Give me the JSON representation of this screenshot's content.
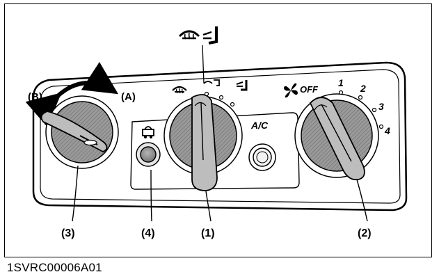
{
  "labels": {
    "direction_b": "(B)",
    "direction_a": "(A)",
    "callout_1": "(1)",
    "callout_2": "(2)",
    "callout_3": "(3)",
    "callout_4": "(4)",
    "ac": "A/C",
    "fan_off": "OFF",
    "fan_1": "1",
    "fan_2": "2",
    "fan_3": "3",
    "fan_4": "4"
  },
  "caption": "1SVRC00006A01"
}
